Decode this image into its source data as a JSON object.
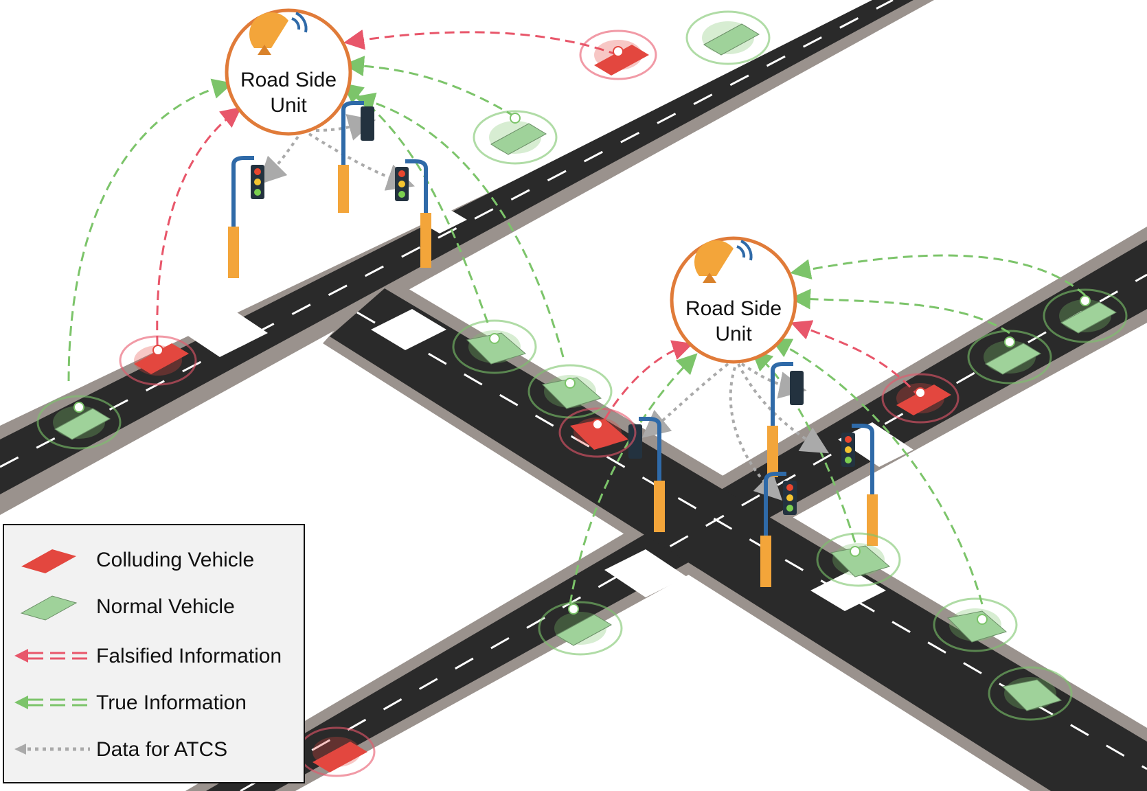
{
  "rsu": [
    {
      "line1": "Road Side",
      "line2": "Unit"
    },
    {
      "line1": "Road Side",
      "line2": "Unit"
    }
  ],
  "legend": {
    "colluding_vehicle": "Colluding Vehicle",
    "normal_vehicle": "Normal Vehicle",
    "falsified_information": "Falsified Information",
    "true_information": "True Information",
    "data_for_atcs": "Data for ATCS"
  },
  "colors": {
    "falsified": "#e8566a",
    "true": "#7cc46a",
    "atcs": "#aaaaaa",
    "rsu_ring": "#e07b39",
    "road": "#2a2a2a",
    "sidewalk": "#9a928d",
    "colluding_car": "#e3473f",
    "normal_car": "#9fd29a"
  },
  "icons": [
    "satellite-dish-icon",
    "traffic-light-icon",
    "car-icon"
  ]
}
